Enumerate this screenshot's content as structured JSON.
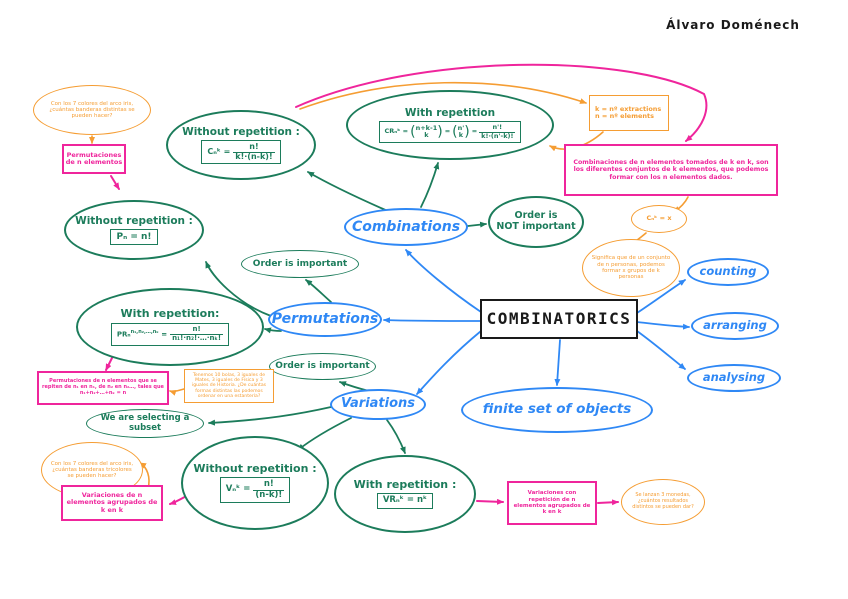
{
  "author": "Álvaro Doménech",
  "center": {
    "label": "COMBINATORICS"
  },
  "right": {
    "counting": "counting",
    "arranging": "arranging",
    "analysing": "analysing",
    "finite_set": "finite set of objects"
  },
  "combinations": {
    "label": "Combinations",
    "order_line1": "Order is",
    "order_line2": "NOT important",
    "without": {
      "title": "Without repetition :",
      "lhs": "Cₙᵏ =",
      "num": "n!",
      "den": "k!·(n-k)!"
    },
    "with": {
      "title": "With repetition",
      "lhs": "CRₙᵏ =",
      "binom1_top": "n+k-1",
      "binom1_bot": "k",
      "eq1": "=",
      "binom2_top": "n'",
      "binom2_bot": "k",
      "eq2": "=",
      "num": "n'!",
      "den": "k!·(n'-k)!"
    },
    "legend_line1": "k = nº extractions",
    "legend_line2": "n = nº elements",
    "definition": "Combinaciones de n elementos tomados de k en k, son los diferentes conjuntos de k elementos, que podemos formar con los n elementos dados.",
    "example": "Cₙᵏ = x",
    "meaning": "Significa que de un conjunto de n personas, podemos formar x grupos de k personas"
  },
  "permutations": {
    "label": "Permutations",
    "order_note": "Order is important",
    "without": {
      "title": "Without repetition :",
      "formula": "Pₙ = n!"
    },
    "with": {
      "title": "With repetition:",
      "lhs_base": "PRₙ",
      "lhs_sup": "n₁,n₂,…,nₖ",
      "num": "n!",
      "den": "n₁!·n₂!·…·nₖ!"
    },
    "label_box": "Permutaciones de n elementos",
    "rainbow_example": "Con los 7 colores del arco iris, ¿cuántas banderas distintas se pueden hacer?",
    "repeat_definition": "Permutaciones de n elementos que se repiten de n₁ en n₁, de n₂ en n₂…, tales que n₁+n₂+…+nₖ = n",
    "shelf_example": "Tenemos 10 bolas, 3 iguales de Mates, 3 iguales de Física y 3 iguales de Historia. ¿De cuántas formas distintas las podemos ordenar en una estantería?"
  },
  "variations": {
    "label": "Variations",
    "order_note": "Order is important",
    "subset_note": "We are selecting a subset",
    "without": {
      "title": "Without repetition :",
      "lhs": "Vₙᵏ =",
      "num": "n!",
      "den": "(n-k)!"
    },
    "with": {
      "title": "With repetition :",
      "formula": "VRₙᵏ = nᵏ"
    },
    "definition": "Variaciones de n elementos agrupados de k en k",
    "definition_rep": "Variaciones con repetición de n elementos agrupados de k en k",
    "rainbow_example": "Con los 7 colores del arco iris, ¿cuántas banderas tricolores se pueden hacer?",
    "dice_example": "Se lanzan 3 monedas, ¿cuántos resultados distintos se pueden dar?"
  },
  "colors": {
    "green": "#1c7c5b",
    "blue": "#2f88f5",
    "pink": "#ef259c",
    "orange": "#f59d33",
    "black": "#1a1a1a"
  }
}
